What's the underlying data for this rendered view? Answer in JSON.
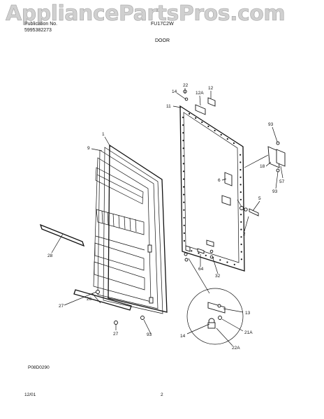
{
  "header": {
    "left_line1": "Publication No.",
    "left_line2": "5995382273",
    "center_line1": "FU17C2W",
    "section_title": "DOOR"
  },
  "watermark": "AppliancePartsPros.com",
  "diagram": {
    "figure_code": "P08D0290",
    "callouts": [
      "1",
      "9",
      "28",
      "27",
      "26",
      "27",
      "93",
      "22",
      "14",
      "12A",
      "12",
      "11",
      "93",
      "18",
      "57",
      "93",
      "6",
      "5",
      "2",
      "32",
      "64",
      "13",
      "14",
      "21A",
      "22A"
    ]
  },
  "footer": {
    "date": "12/01",
    "page": "2"
  }
}
